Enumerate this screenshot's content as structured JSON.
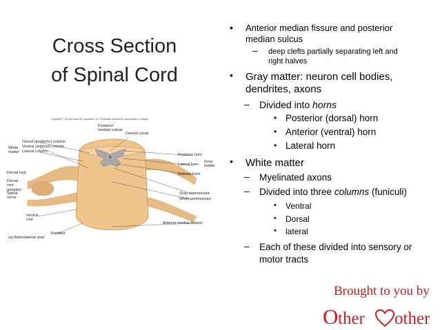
{
  "slide": {
    "title_line1": "Cross Section",
    "title_line2": "of Spinal Cord"
  },
  "figure": {
    "copyright": "Copyright © The McGraw-Hill Companies, Inc. Permission required for reproduction or display.",
    "caption": "(a) Anterolateral view",
    "labels": {
      "posterior_median_sulcus": "Posterior median sulcus",
      "central_canal": "Central canal",
      "white_matter": "White matter",
      "dorsal_posterior_column": "Dorsal (posterior) column",
      "ventral_anterior_column": "Ventral (anterior) column",
      "lateral_column": "Lateral column",
      "posterior_horn": "Posterior horn",
      "lateral_horn": "Lateral horn",
      "anterior_horn": "Anterior horn",
      "gray_matter": "Gray matter",
      "dorsal_root": "Dorsal root",
      "dorsal_root_ganglion": "Dorsal root ganglion",
      "spinal_nerve": "Spinal nerve",
      "ventral_root": "Ventral root",
      "rootlets": "Rootlets",
      "gray_commissure": "Gray commissure",
      "white_commissure": "White commissure",
      "anterior_median_fissure": "Anterior median fissure"
    }
  },
  "bullets": {
    "b1": "Anterior median fissure and posterior",
    "b1_cont": "median sulcus",
    "b1_sub": "deep clefts partially separating left and",
    "b1_sub_cont": "right halves",
    "b2": "Gray matter: neuron cell bodies,",
    "b2_cont": "dendrites, axons",
    "b2_sub_pre": "Divided into",
    "b2_sub_em": "horns",
    "h1": "Posterior (dorsal) horn",
    "h2": "Anterior (ventral) horn",
    "h3": "Lateral horn",
    "b3": "White matter",
    "b3_sub1": "Myelinated axons",
    "b3_sub2_pre": "Divided into three",
    "b3_sub2_em": "columns",
    "b3_sub2_post": "(funiculi)",
    "c1": "Ventral",
    "c2": "Dorsal",
    "c3": "lateral",
    "b3_sub3": "Each of these divided into sensory or",
    "b3_sub3_cont": "motor tracts"
  },
  "brand": {
    "tagline": "Brought to you by",
    "logo_first": "O",
    "logo_word1": "ther",
    "logo_word2": "other"
  },
  "colors": {
    "brand_red": "#d6181f",
    "white_matter": "#f1c48e",
    "gray_matter": "#a9a9ab",
    "root_color": "#e6b37a"
  }
}
